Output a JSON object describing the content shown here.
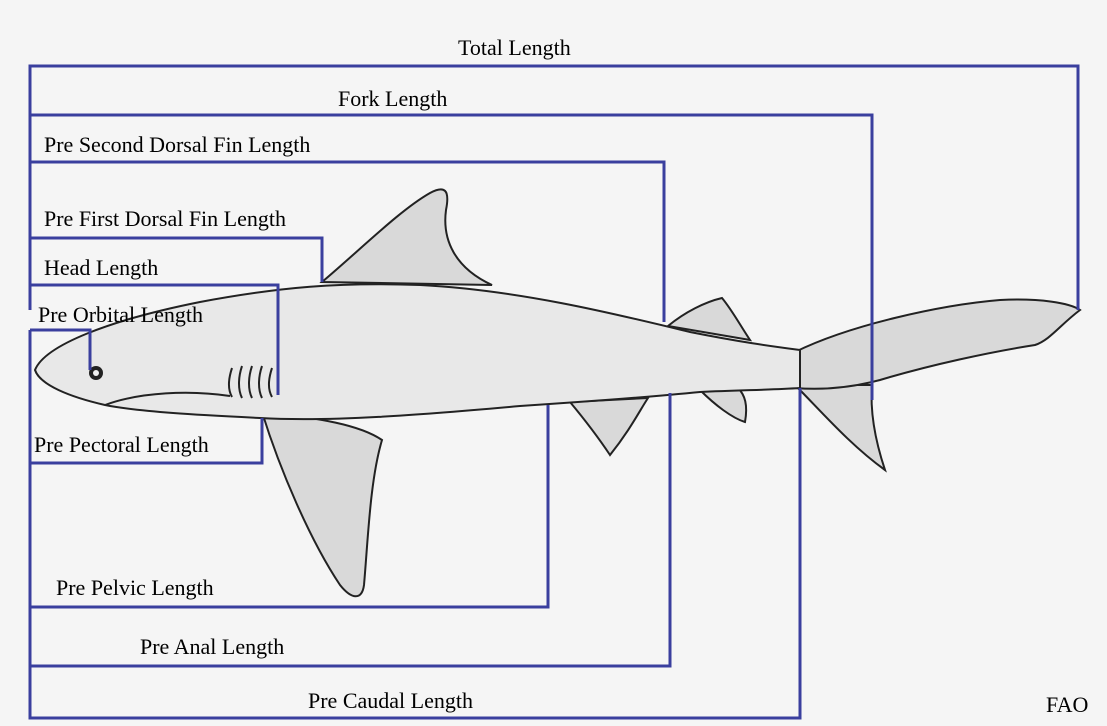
{
  "diagram": {
    "labels": {
      "total_length": "Total Length",
      "fork_length": "Fork Length",
      "pre_second_dorsal": "Pre Second Dorsal Fin Length",
      "pre_first_dorsal": "Pre First Dorsal Fin Length",
      "head_length": "Head Length",
      "pre_orbital": "Pre Orbital Length",
      "pre_pectoral": "Pre Pectoral Length",
      "pre_pelvic": "Pre Pelvic Length",
      "pre_anal": "Pre Anal Length",
      "pre_caudal": "Pre Caudal Length"
    },
    "credit": "FAO",
    "colors": {
      "measure_line": "#3a3f9e",
      "background": "#f5f5f5"
    }
  }
}
